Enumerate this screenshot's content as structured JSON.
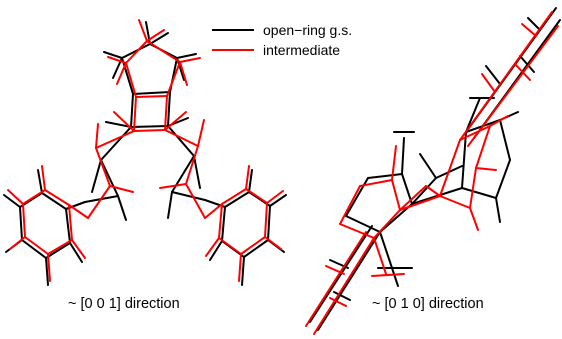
{
  "legend": {
    "items": [
      {
        "label": "open−ring g.s.",
        "color": "#000000"
      },
      {
        "label": "intermediate",
        "color": "#ff0000"
      }
    ]
  },
  "views": [
    {
      "caption": "~ [0 0 1] direction"
    },
    {
      "caption": "~ [0 1 0] direction"
    }
  ],
  "colors": {
    "ground_state": "#000000",
    "intermediate": "#ff0000"
  }
}
